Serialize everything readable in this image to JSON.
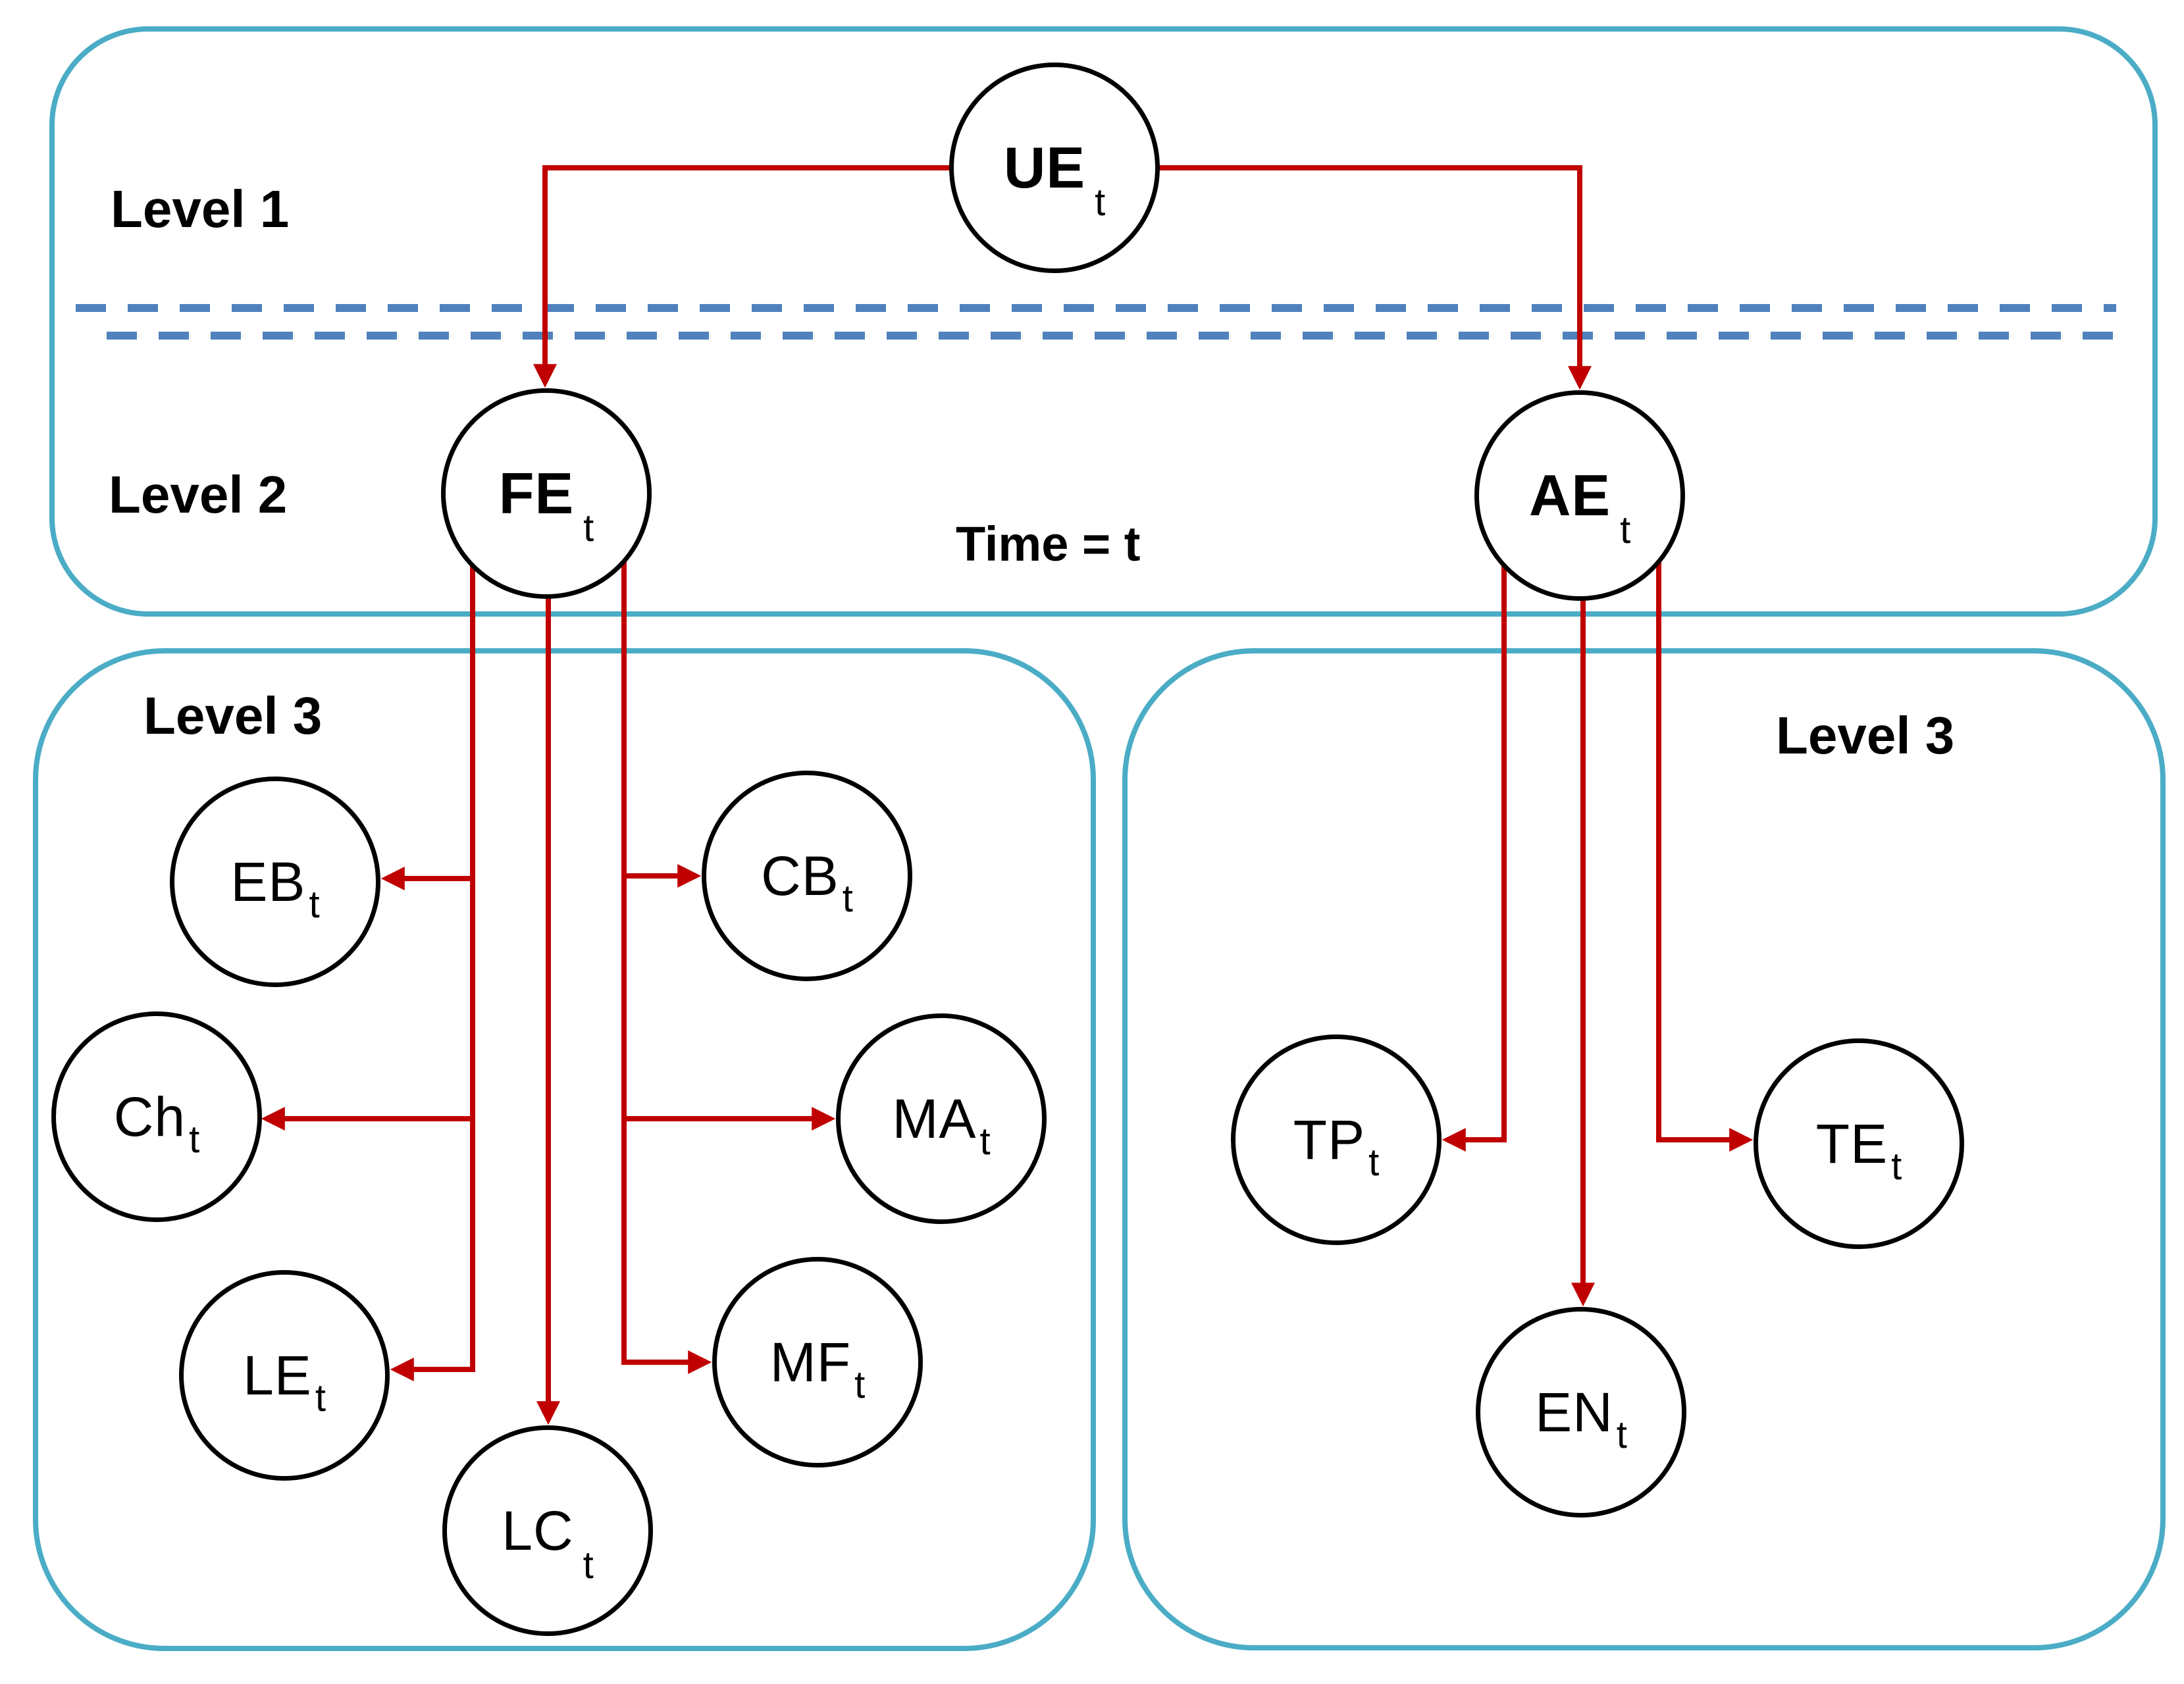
{
  "diagram": {
    "title_hint": "Three-level hierarchical model diagram at Time = t",
    "time_label": "Time = t",
    "section_labels": {
      "level1": "Level 1",
      "level2": "Level 2",
      "level3_left": "Level 3",
      "level3_right": "Level 3"
    },
    "nodes": {
      "ue": {
        "label": "UE",
        "sub": "t",
        "level": 1
      },
      "fe": {
        "label": "FE",
        "sub": "t",
        "level": 2
      },
      "ae": {
        "label": "AE",
        "sub": "t",
        "level": 2
      },
      "eb": {
        "label": "EB",
        "sub": "t",
        "level": 3
      },
      "cb": {
        "label": "CB",
        "sub": "t",
        "level": 3
      },
      "ch": {
        "label": "Ch",
        "sub": "t",
        "level": 3
      },
      "ma": {
        "label": "MA",
        "sub": "t",
        "level": 3
      },
      "le": {
        "label": "LE",
        "sub": "t",
        "level": 3
      },
      "lc": {
        "label": "LC",
        "sub": "t",
        "level": 3
      },
      "mf": {
        "label": "MF",
        "sub": "t",
        "level": 3
      },
      "tp": {
        "label": "TP",
        "sub": "t",
        "level": 3
      },
      "en": {
        "label": "EN",
        "sub": "t",
        "level": 3
      },
      "te": {
        "label": "TE",
        "sub": "t",
        "level": 3
      }
    },
    "edges": [
      {
        "from": "UE",
        "to": "FE"
      },
      {
        "from": "UE",
        "to": "AE"
      },
      {
        "from": "FE",
        "to": "EB"
      },
      {
        "from": "FE",
        "to": "CB"
      },
      {
        "from": "FE",
        "to": "Ch"
      },
      {
        "from": "FE",
        "to": "MA"
      },
      {
        "from": "FE",
        "to": "LE"
      },
      {
        "from": "FE",
        "to": "LC"
      },
      {
        "from": "FE",
        "to": "MF"
      },
      {
        "from": "AE",
        "to": "TP"
      },
      {
        "from": "AE",
        "to": "EN"
      },
      {
        "from": "AE",
        "to": "TE"
      }
    ],
    "colors": {
      "box_border": "#4BACC6",
      "dashed_separator": "#4F81BD",
      "arrow": "#C00000",
      "node_border": "#000000",
      "text": "#000000",
      "background": "#FFFFFF"
    }
  }
}
